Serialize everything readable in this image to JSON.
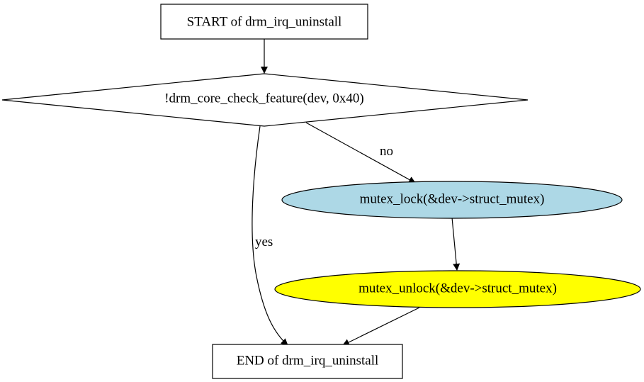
{
  "diagram": {
    "nodes": {
      "start": {
        "label": "START of drm_irq_uninstall",
        "shape": "box",
        "fill": "#ffffff"
      },
      "check": {
        "label": "!drm_core_check_feature(dev, 0x40)",
        "shape": "diamond",
        "fill": "#ffffff"
      },
      "lock": {
        "label": "mutex_lock(&dev->struct_mutex)",
        "shape": "ellipse",
        "fill": "#add8e6"
      },
      "unlock": {
        "label": "mutex_unlock(&dev->struct_mutex)",
        "shape": "ellipse",
        "fill": "#ffff00"
      },
      "end": {
        "label": "END of drm_irq_uninstall",
        "shape": "box",
        "fill": "#ffffff"
      }
    },
    "edges": {
      "start_check": {
        "from": "start",
        "to": "check",
        "label": ""
      },
      "check_lock": {
        "from": "check",
        "to": "lock",
        "label": "no"
      },
      "check_end": {
        "from": "check",
        "to": "end",
        "label": "yes"
      },
      "lock_unlock": {
        "from": "lock",
        "to": "unlock",
        "label": ""
      },
      "unlock_end": {
        "from": "unlock",
        "to": "end",
        "label": ""
      }
    }
  }
}
